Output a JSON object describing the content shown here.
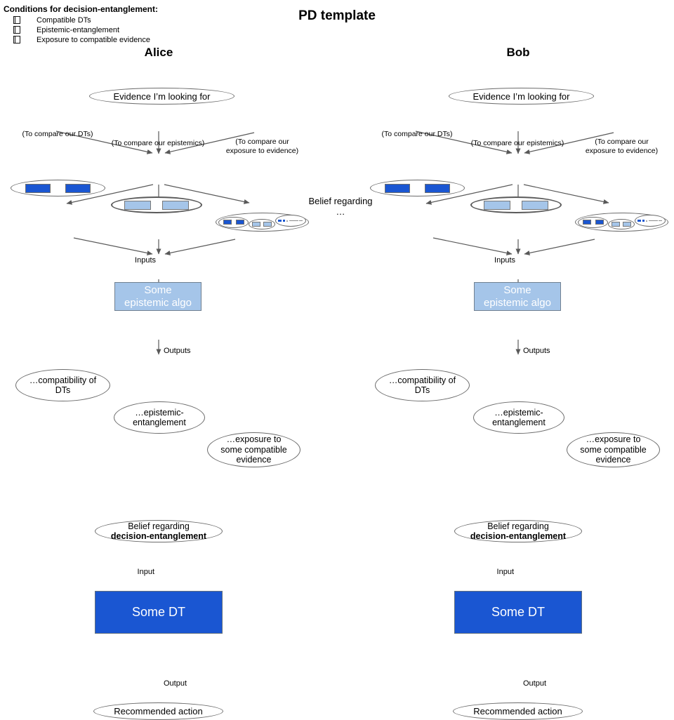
{
  "title": "PD template",
  "legend": {
    "title": "Conditions for decision-entanglement:",
    "checkbox_icon": "checkbox-outline",
    "items": [
      "Compatible DTs",
      "Epistemic-entanglement",
      "Exposure to compatible evidence"
    ]
  },
  "middle_note": {
    "line1": "Belief regarding",
    "line2": "…"
  },
  "colors": {
    "dark_blue": "#1a56d2",
    "light_blue": "#a5c5e9",
    "arrow_gray": "#595959"
  },
  "columns": [
    {
      "heading": "Alice",
      "evidence": "Evidence I’m looking for",
      "group_dts_label": "(To compare our DTs)",
      "group_epistemics_label": "(To compare our epistemics)",
      "group_exposure_label_1": "(To compare our",
      "group_exposure_label_2": "exposure to evidence)",
      "inputs_label": "Inputs",
      "algo": {
        "line1": "Some",
        "line2": "epistemic algo"
      },
      "outputs_label": "Outputs",
      "out_dts": {
        "line1": "…compatibility of",
        "line2": "DTs"
      },
      "out_epi": {
        "line1": "…epistemic-",
        "line2": "entanglement"
      },
      "out_exp": {
        "line1": "…exposure  to",
        "line2": "some compatible",
        "line3": "evidence"
      },
      "belief": {
        "line1": "Belief regarding",
        "line2": "decision-entanglement"
      },
      "input_label": "Input",
      "dt_label": "Some DT",
      "output_label": "Output",
      "action": "Recommended action"
    },
    {
      "heading": "Bob",
      "evidence": "Evidence I’m looking for",
      "group_dts_label": "(To compare our DTs)",
      "group_epistemics_label": "(To compare our epistemics)",
      "group_exposure_label_1": "(To compare our",
      "group_exposure_label_2": "exposure to evidence)",
      "inputs_label": "Inputs",
      "algo": {
        "line1": "Some",
        "line2": "epistemic algo"
      },
      "outputs_label": "Outputs",
      "out_dts": {
        "line1": "…compatibility of",
        "line2": "DTs"
      },
      "out_epi": {
        "line1": "…epistemic-",
        "line2": "entanglement"
      },
      "out_exp": {
        "line1": "…exposure  to",
        "line2": "some compatible",
        "line3": "evidence"
      },
      "belief": {
        "line1": "Belief regarding",
        "line2": "decision-entanglement"
      },
      "input_label": "Input",
      "dt_label": "Some DT",
      "output_label": "Output",
      "action": "Recommended action"
    }
  ]
}
